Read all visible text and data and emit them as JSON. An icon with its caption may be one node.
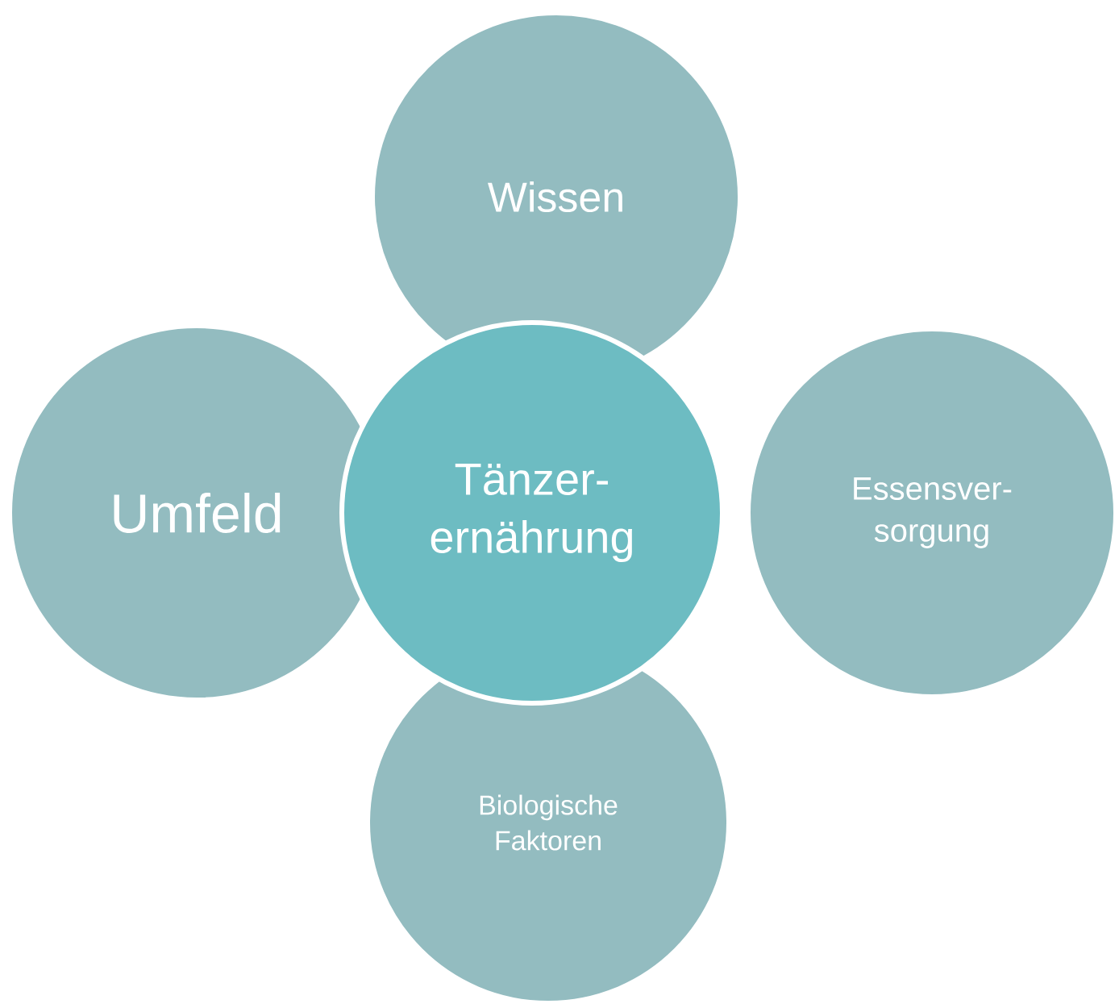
{
  "diagram": {
    "nodes": [
      {
        "text": [
          "Wissen"
        ]
      },
      {
        "text": [
          "Umfeld"
        ]
      },
      {
        "text": [
          "Tänzer- ernährung"
        ]
      },
      {
        "text": [
          "Essensver- sorgung"
        ]
      },
      {
        "text": [
          "Biologische Faktoren"
        ]
      }
    ]
  }
}
